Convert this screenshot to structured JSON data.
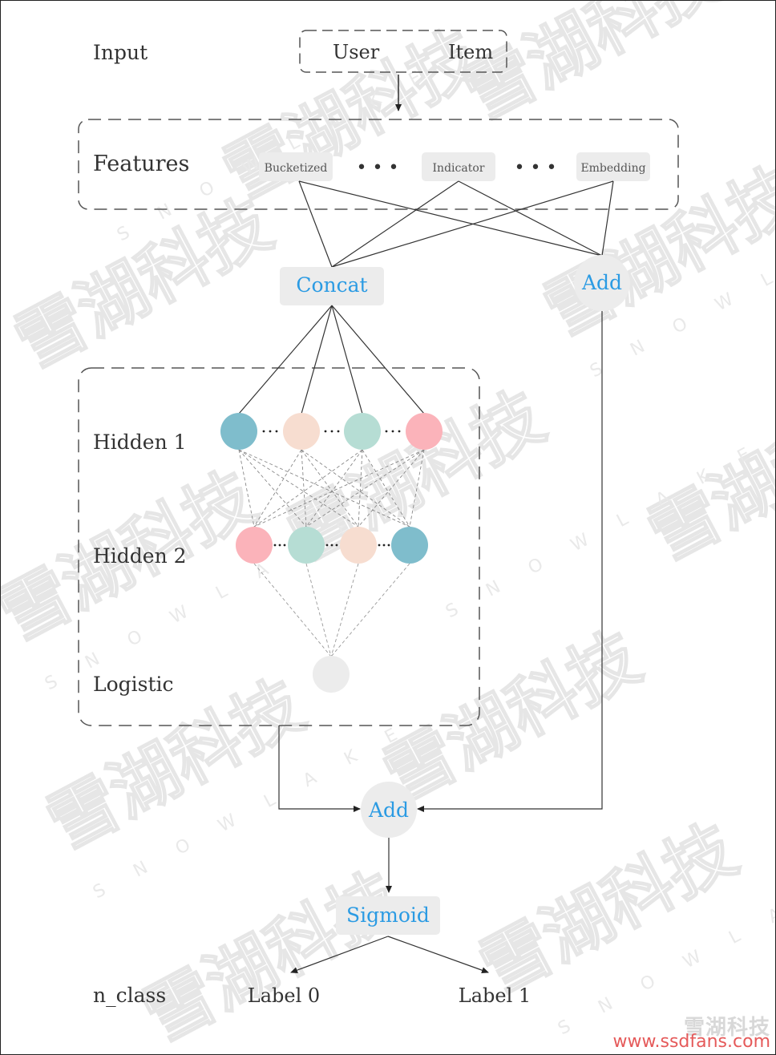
{
  "labels": {
    "input": "Input",
    "features": "Features",
    "hidden1": "Hidden 1",
    "hidden2": "Hidden 2",
    "logistic": "Logistic",
    "n_class": "n_class"
  },
  "input_box": {
    "user": "User",
    "item": "Item"
  },
  "feature_chips": [
    "Bucketized",
    "Indicator",
    "Embedding"
  ],
  "ellipsis": "• • •",
  "nodes": {
    "concat": "Concat",
    "add_wide": "Add",
    "add_final": "Add",
    "sigmoid": "Sigmoid"
  },
  "outputs": [
    "Label 0",
    "Label 1"
  ],
  "colors": {
    "teal": "#7fbdcc",
    "peach": "#f7ddd0",
    "mint": "#b6ddd4",
    "pink": "#fbb3ba",
    "grey": "#ececec",
    "accent": "#2b9be3",
    "line": "#333333"
  },
  "hidden1_colors": [
    "teal",
    "peach",
    "mint",
    "pink"
  ],
  "hidden2_colors": [
    "pink",
    "mint",
    "peach",
    "teal"
  ],
  "watermark": {
    "text": "雪湖科技",
    "sub": "S N O W  L A K E",
    "url": "www.ssdfans.com"
  }
}
